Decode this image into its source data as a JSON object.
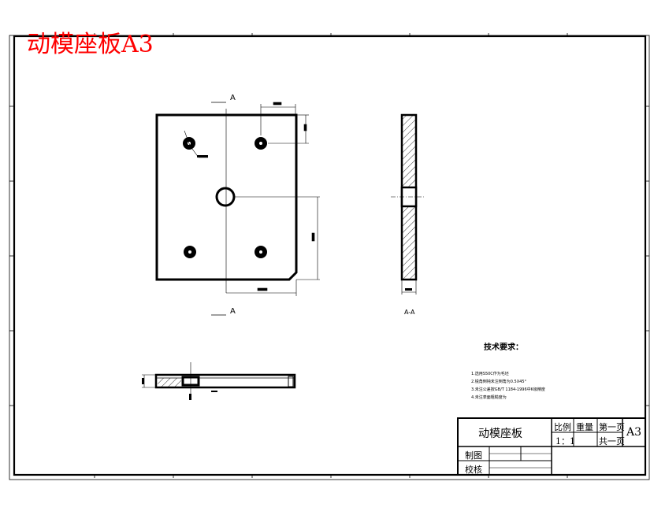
{
  "title": "动模座板A3",
  "section_marks": {
    "top": "A",
    "bottom": "A",
    "view_label": "A-A"
  },
  "tech_requirements": {
    "heading": "技术要求：",
    "items": [
      "1.选用S50C作为毛坯",
      "2.锐角倒钝未注倒角为0.5X45°",
      "3.未注公差按GB/T 1184-1996中K级精度",
      "4.未注表面粗糙度为"
    ]
  },
  "title_block": {
    "part_name": "动模座板",
    "scale_label": "比例",
    "scale_value": "1：1",
    "weight_label": "重量",
    "sheet_label": "第一页",
    "total_label": "共一页",
    "format": "A3",
    "drawn_label": "制图",
    "checked_label": "校核"
  }
}
